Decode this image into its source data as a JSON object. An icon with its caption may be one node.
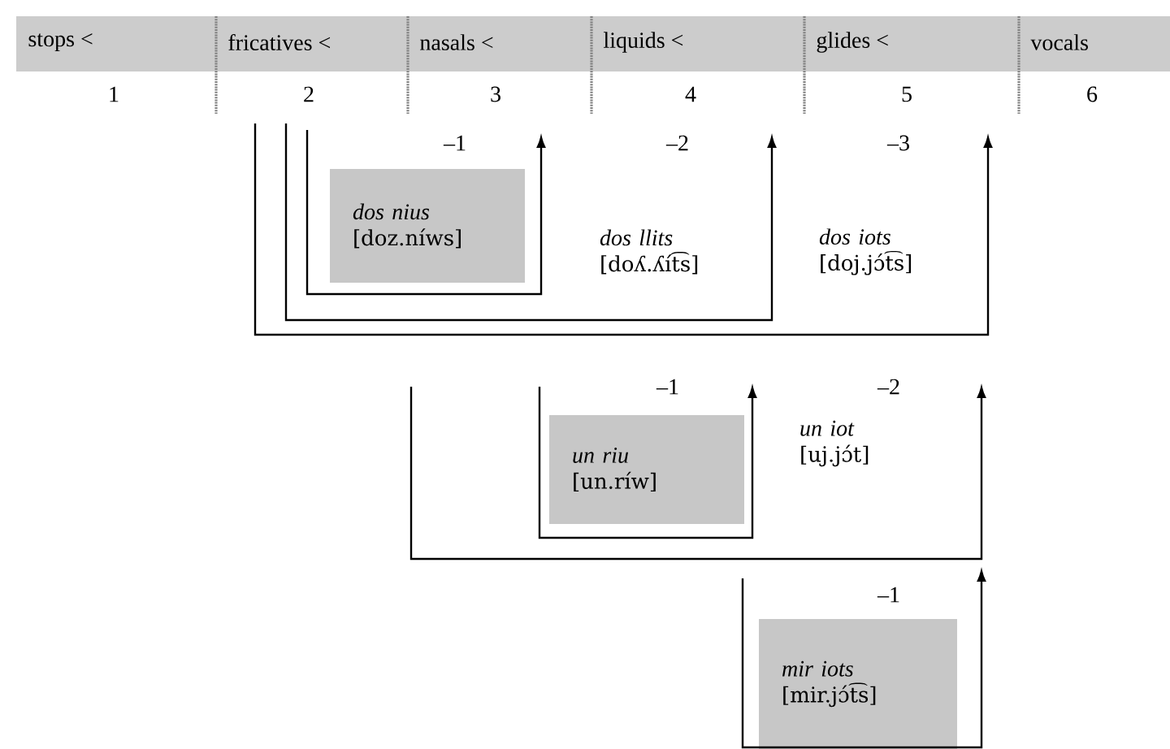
{
  "diagram": {
    "nodes": [
      {
        "text": [
          "stops <",
          "1"
        ]
      },
      {
        "text": [
          "fricatives <",
          "2"
        ]
      },
      {
        "text": [
          "nasals <",
          "3"
        ]
      },
      {
        "text": [
          "liquids <",
          "4"
        ]
      },
      {
        "text": [
          "glides <",
          "5"
        ]
      },
      {
        "text": [
          "vocals",
          "6"
        ]
      },
      {
        "text": [
          "dos nius",
          "[doz.níws]"
        ]
      },
      {
        "text": [
          "dos llits",
          "[doʎ.ʎít͡s]"
        ]
      },
      {
        "text": [
          "dos iots",
          "[doj.jɔ́t͡s]"
        ]
      },
      {
        "text": [
          "un riu",
          "[un.ríw]"
        ]
      },
      {
        "text": [
          "un iot",
          "[uj.jɔ́t]"
        ]
      },
      {
        "text": [
          "mir iots",
          "[mir.jɔ́t͡s]"
        ]
      }
    ],
    "labels": [
      "–1",
      "–2",
      "–3",
      "–1",
      "–2",
      "–1"
    ]
  }
}
